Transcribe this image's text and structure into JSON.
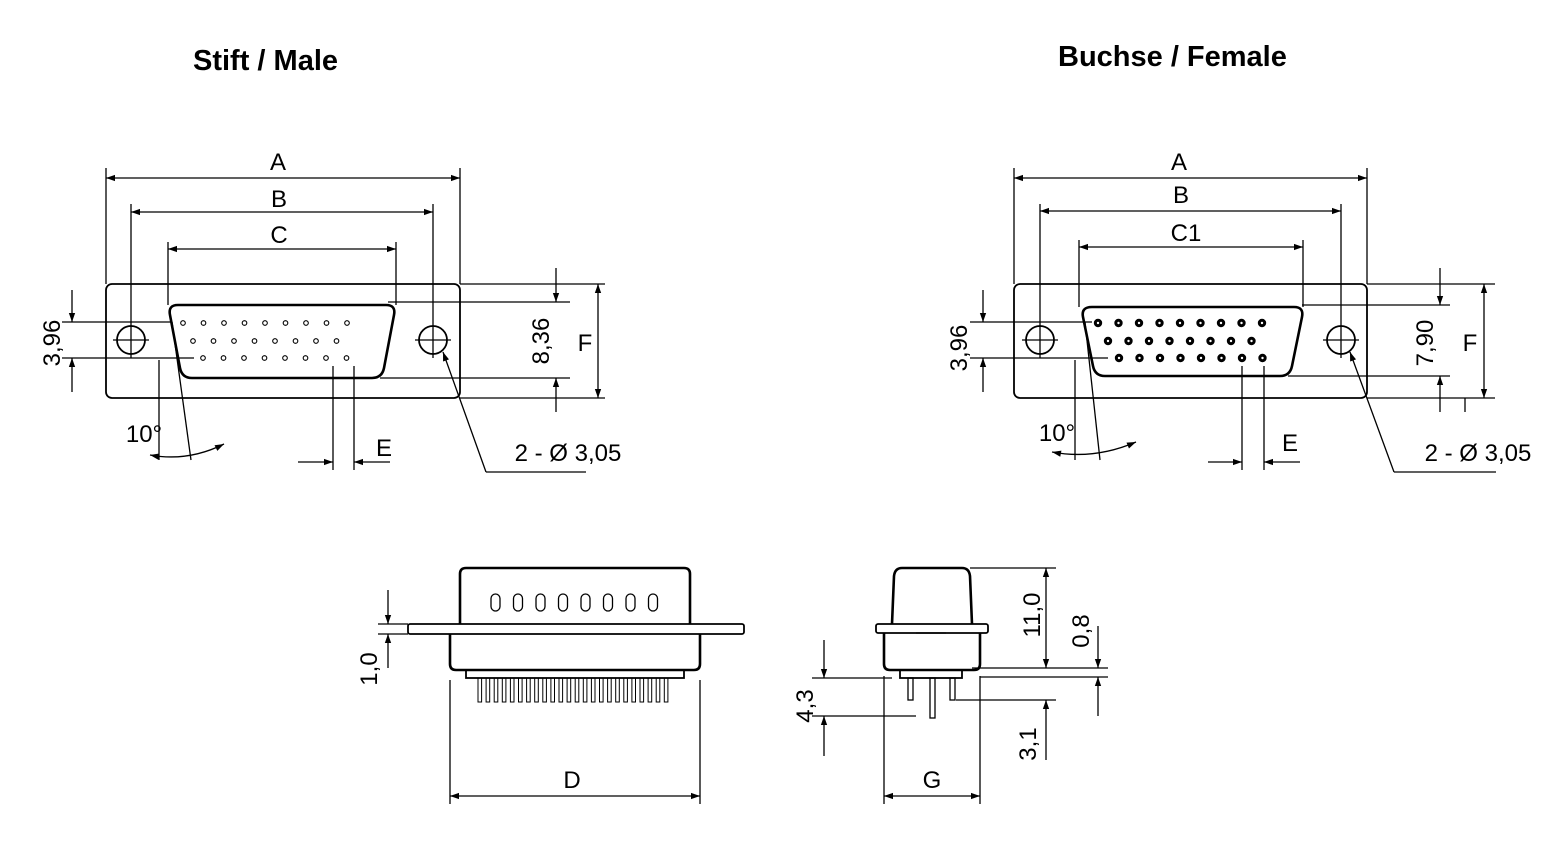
{
  "titles": {
    "male": "Stift / Male",
    "female": "Buchse / Female"
  },
  "labels": {
    "A": "A",
    "B": "B",
    "C": "C",
    "C1": "C1",
    "D": "D",
    "E": "E",
    "F": "F",
    "G": "G",
    "angle": "10°",
    "holes": "2 - Ø 3,05",
    "h396": "3,96",
    "h836": "8,36",
    "h790": "7,90",
    "h10": "1,0",
    "h43": "4,3",
    "h110": "11,0",
    "h08": "0,8",
    "h31": "3,1"
  },
  "colors": {
    "ink": "#000000",
    "paper": "#ffffff"
  }
}
